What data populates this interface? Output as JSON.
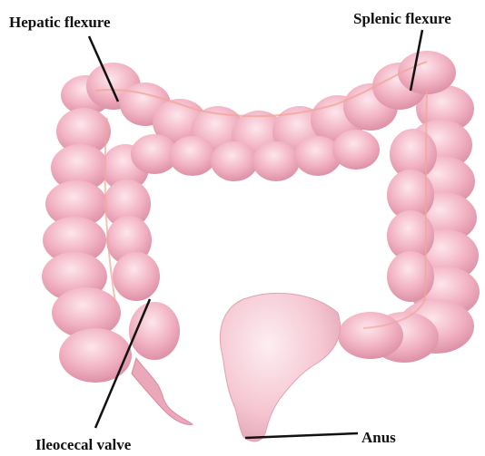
{
  "labels": {
    "hepatic": "Hepatic flexure",
    "splenic": "Splenic flexure",
    "ileocecal": "Ileocecal valve",
    "anus": "Anus"
  },
  "colors": {
    "background": "#ffffff",
    "tissue": "#f3b6c6",
    "tissue_dark": "#e191a8",
    "tissue_light": "#fbdbe4",
    "rectum": "#f7cdd6",
    "band": "#f0a79a",
    "leader_line": "#111111"
  }
}
